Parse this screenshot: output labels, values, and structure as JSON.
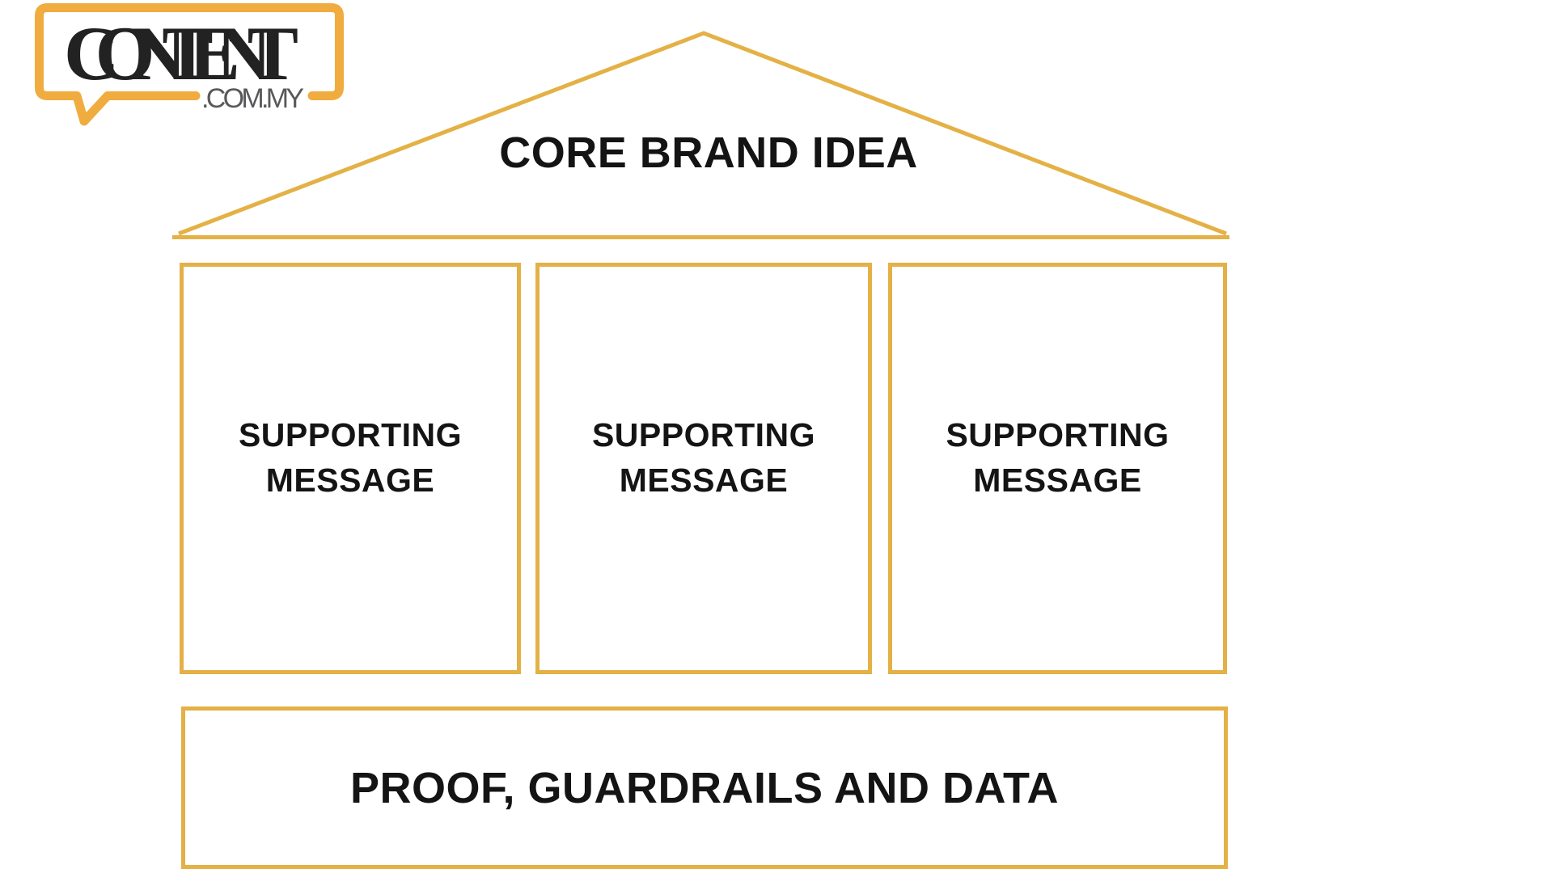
{
  "logo": {
    "brand": "CONTENT",
    "domain": ".COM.MY",
    "colors": {
      "bubble": "#F0AC3E",
      "brand_text": "#222222",
      "domain_text": "#58595B"
    }
  },
  "diagram": {
    "accent": "#E4B146",
    "text_color": "#141414",
    "roof": {
      "label": "CORE BRAND IDEA"
    },
    "pillars": [
      {
        "label": "SUPPORTING MESSAGE"
      },
      {
        "label": "SUPPORTING MESSAGE"
      },
      {
        "label": "SUPPORTING MESSAGE"
      }
    ],
    "base": {
      "label": "PROOF, GUARDRAILS AND DATA"
    }
  }
}
